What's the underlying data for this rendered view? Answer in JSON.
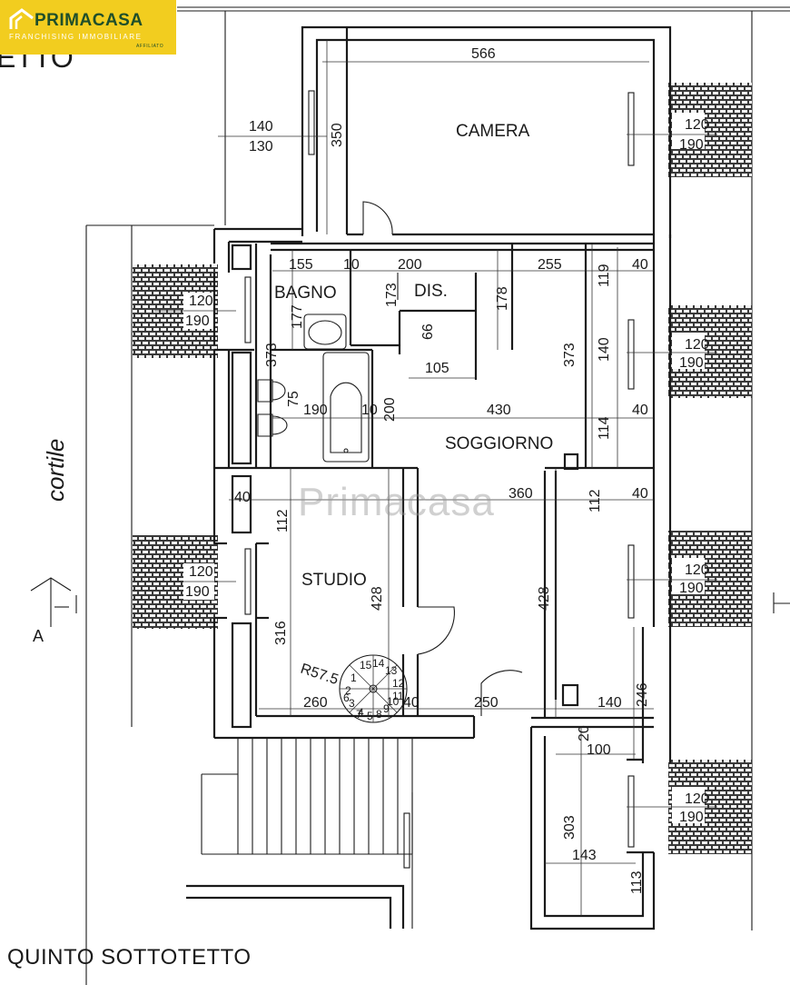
{
  "logo": {
    "brand": "PRIMACASA",
    "subtitle": "FRANCHISING IMMOBILIARE",
    "affiliate": "AFFILIATO"
  },
  "watermark": "Primacasa",
  "floor_title": "QUINTO SOTTOTETTO",
  "top_left_fragment": "ETTO",
  "rooms": {
    "camera": "CAMERA",
    "bagno": "BAGNO",
    "dis": "DIS.",
    "soggiorno": "SOGGIORNO",
    "studio": "STUDIO"
  },
  "outside": {
    "cortile": "cortile",
    "section_mark": "A"
  },
  "dimensions": {
    "camera_width": "566",
    "camera_height": "350",
    "window_left_top": "140",
    "window_left_bottom": "130",
    "bagno_width": "155",
    "bagno_wall": "10",
    "dis_width": "200",
    "soggiorno_top_width": "255",
    "bagno_height": "177",
    "dis_height": "173",
    "dis_side": "178",
    "shaft_h": "66",
    "shaft_w": "105",
    "bagno_total": "373",
    "soggiorno_height": "373",
    "bath_depth": "75",
    "bath_width": "190",
    "bath_wall": "10",
    "bath_dim": "200",
    "soggiorno_width": "430",
    "small_wall_a": "119",
    "small_wall_b": "140",
    "small_wall_c": "114",
    "pier_a": "40",
    "pier_b": "40",
    "pier_c": "40",
    "pier_d": "40",
    "studio_top": "112",
    "right_top": "112",
    "right_width": "360",
    "studio_height_left": "316",
    "studio_height": "428",
    "right_height": "428",
    "stair_radius": "R57.5",
    "studio_bottom": "260",
    "stair_gap": "40",
    "door_gap": "250",
    "right_bottom": "140",
    "right_side": "246",
    "balcony_wall": "20",
    "balcony_width": "100",
    "balcony_depth": "303",
    "balcony_len": "143",
    "balcony_end": "113",
    "stair_steps": [
      "15",
      "14",
      "13",
      "12",
      "11",
      "1",
      "2",
      "3",
      "4",
      "5",
      "6",
      "7",
      "8",
      "9",
      "10"
    ],
    "skylight_w": "120",
    "skylight_h": "190"
  }
}
